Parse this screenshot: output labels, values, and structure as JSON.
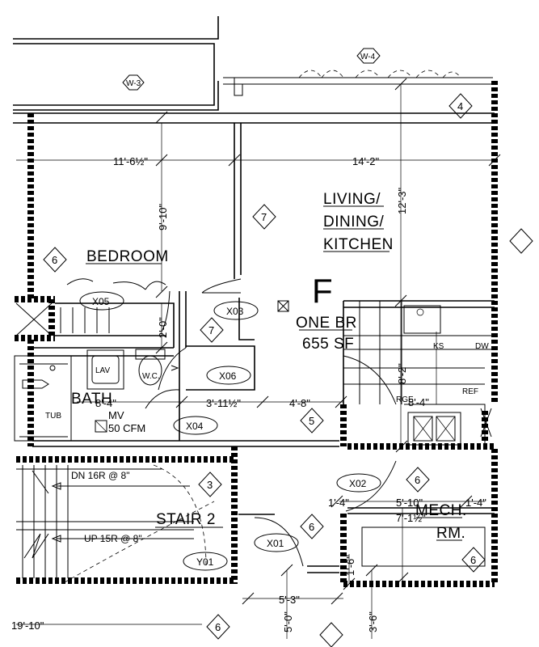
{
  "rooms": {
    "living": [
      "LIVING/",
      "DINING/",
      "KITCHEN"
    ],
    "bedroom": "BEDROOM",
    "bath": "BATH",
    "stair": "STAIR 2",
    "mech_line1": "MECH.",
    "mech_line2": "RM."
  },
  "unit": {
    "letter": "F",
    "type": "ONE BR",
    "area": "655 SF"
  },
  "dimensions": {
    "bed_width": "11'-6½\"",
    "living_width": "14'-2\"",
    "bed_depth": "9'-10\"",
    "living_depth": "12'-3\"",
    "hall_a": "2'-0\"",
    "bath_w": "8'-4\"",
    "hall_b": "3'-11½\"",
    "hall_c": "4'-8\"",
    "kit_depth": "8'-2\"",
    "kit_run": "8'-4\"",
    "mech_w": "5'-10\"",
    "mech_d": "7'-1½\"",
    "mech_l": "1'-4\"",
    "mech_r": "1'-4\"",
    "mech_bot": "1'-6\"",
    "stair_w": "5'-3\"",
    "stair_d": "5'-0\"",
    "stair_r": "3'-6\"",
    "left_edge": "19'-10\""
  },
  "window_tags": [
    "W-3",
    "W-4"
  ],
  "door_tags": [
    "X05",
    "X03",
    "X06",
    "X04",
    "X02",
    "X01",
    "Y01"
  ],
  "section_marks": [
    "4",
    "7",
    "6",
    "7",
    "5",
    "3",
    "6",
    "6",
    "6",
    "6"
  ],
  "fixtures": {
    "lav": "LAV",
    "wc": "W.C.",
    "tub": "TUB",
    "ks": "KS",
    "dw": "DW",
    "ref": "REF",
    "rge": "RGE",
    "mv": "MV",
    "cfm": "50 CFM"
  },
  "stair_notes": {
    "down": "DN 16R @ 8\"",
    "up": "UP 15R @ 8\""
  }
}
